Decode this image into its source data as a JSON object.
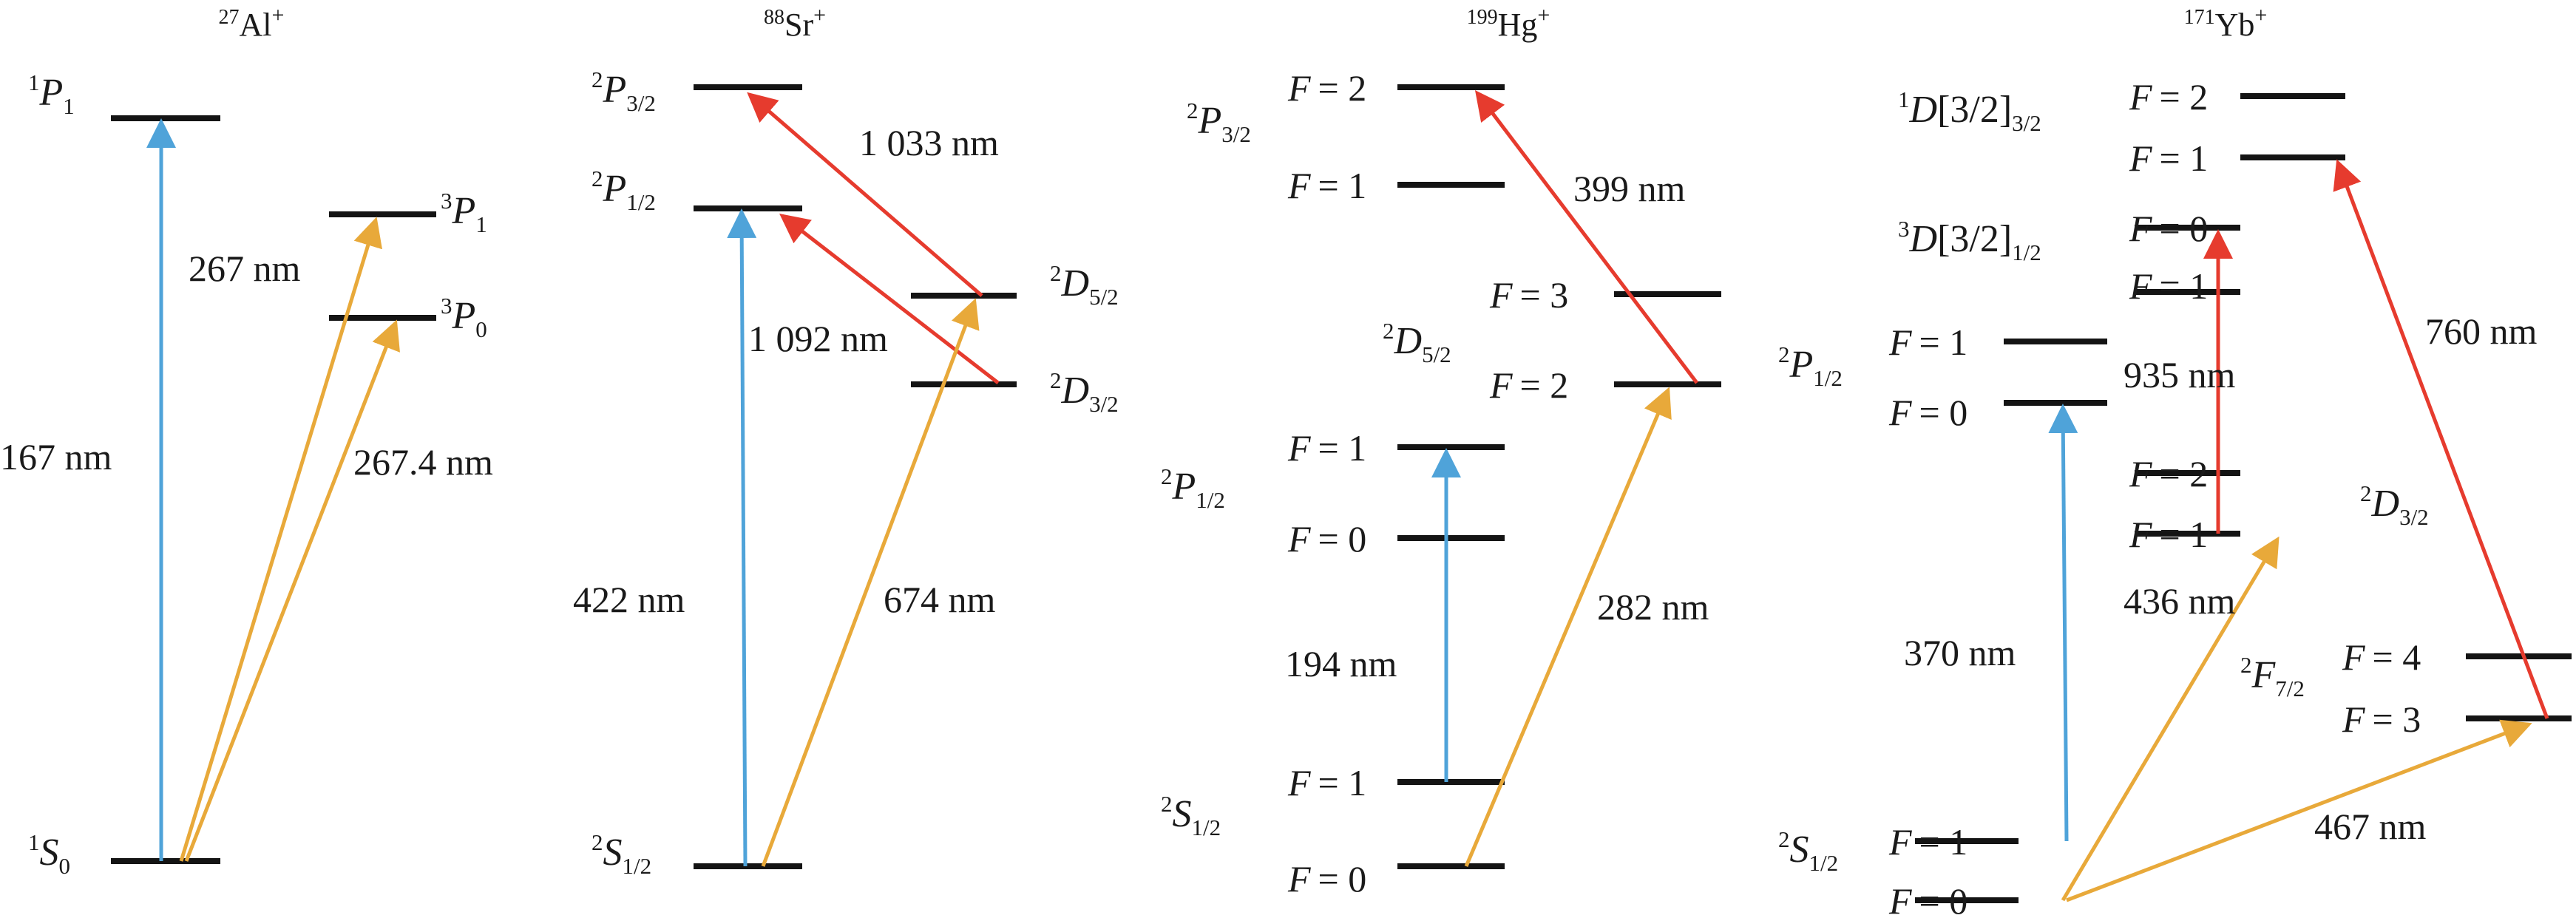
{
  "ions": [
    {
      "title": {
        "mass": "27",
        "symbol": "Al",
        "charge": "+"
      },
      "states": [
        {
          "term": "P",
          "mult": "1",
          "sub": "1"
        },
        {
          "term": "P",
          "mult": "3",
          "sub": "1"
        },
        {
          "term": "P",
          "mult": "3",
          "sub": "0"
        },
        {
          "term": "S",
          "mult": "1",
          "sub": "0"
        }
      ],
      "transitions": [
        {
          "label": "167 nm",
          "color": "#4fa3d9"
        },
        {
          "label": "267 nm",
          "color": "#e8a93a"
        },
        {
          "label": "267.4 nm",
          "color": "#e8a93a"
        }
      ]
    },
    {
      "title": {
        "mass": "88",
        "symbol": "Sr",
        "charge": "+"
      },
      "states": [
        {
          "term": "P",
          "mult": "2",
          "sub": "3/2"
        },
        {
          "term": "P",
          "mult": "2",
          "sub": "1/2"
        },
        {
          "term": "D",
          "mult": "2",
          "sub": "5/2"
        },
        {
          "term": "D",
          "mult": "2",
          "sub": "3/2"
        },
        {
          "term": "S",
          "mult": "2",
          "sub": "1/2"
        }
      ],
      "transitions": [
        {
          "label": "1 033 nm",
          "color": "#e63b2e"
        },
        {
          "label": "1 092 nm",
          "color": "#e63b2e"
        },
        {
          "label": "422 nm",
          "color": "#4fa3d9"
        },
        {
          "label": "674 nm",
          "color": "#e8a93a"
        }
      ]
    },
    {
      "title": {
        "mass": "199",
        "symbol": "Hg",
        "charge": "+"
      },
      "states": [
        {
          "term": "P",
          "mult": "2",
          "sub": "3/2"
        },
        {
          "term": "D",
          "mult": "2",
          "sub": "5/2"
        },
        {
          "term": "P",
          "mult": "2",
          "sub": "1/2"
        },
        {
          "term": "S",
          "mult": "2",
          "sub": "1/2"
        }
      ],
      "levels": [
        {
          "f_var": "F",
          "f_eq": "= 2"
        },
        {
          "f_var": "F",
          "f_eq": "= 1"
        },
        {
          "f_var": "F",
          "f_eq": "= 3"
        },
        {
          "f_var": "F",
          "f_eq": "= 2"
        },
        {
          "f_var": "F",
          "f_eq": "= 1"
        },
        {
          "f_var": "F",
          "f_eq": "= 0"
        },
        {
          "f_var": "F",
          "f_eq": "= 1"
        },
        {
          "f_var": "F",
          "f_eq": "= 0"
        }
      ],
      "transitions": [
        {
          "label": "399 nm",
          "color": "#e63b2e"
        },
        {
          "label": "194 nm",
          "color": "#4fa3d9"
        },
        {
          "label": "282 nm",
          "color": "#e8a93a"
        }
      ]
    },
    {
      "title": {
        "mass": "171",
        "symbol": "Yb",
        "charge": "+"
      },
      "states": [
        {
          "mult": "1",
          "term": "D",
          "bracket": "[3/2]",
          "sub": "3/2"
        },
        {
          "mult": "3",
          "term": "D",
          "bracket": "[3/2]",
          "sub": "1/2"
        },
        {
          "mult": "2",
          "term": "P",
          "sub": "1/2"
        },
        {
          "mult": "2",
          "term": "D",
          "sub": "3/2"
        },
        {
          "mult": "2",
          "term": "F",
          "sub": "7/2"
        },
        {
          "mult": "2",
          "term": "S",
          "sub": "1/2"
        }
      ],
      "levels": [
        {
          "f_var": "F",
          "f_eq": "= 2"
        },
        {
          "f_var": "F",
          "f_eq": "= 1"
        },
        {
          "f_var": "F",
          "f_eq": "= 0"
        },
        {
          "f_var": "F",
          "f_eq": "= 1"
        },
        {
          "f_var": "F",
          "f_eq": "= 1"
        },
        {
          "f_var": "F",
          "f_eq": "= 0"
        },
        {
          "f_var": "F",
          "f_eq": "= 2"
        },
        {
          "f_var": "F",
          "f_eq": "= 1"
        },
        {
          "f_var": "F",
          "f_eq": "= 4"
        },
        {
          "f_var": "F",
          "f_eq": "= 3"
        },
        {
          "f_var": "F",
          "f_eq": "= 1"
        },
        {
          "f_var": "F",
          "f_eq": "= 0"
        }
      ],
      "transitions": [
        {
          "label": "760 nm",
          "color": "#e63b2e"
        },
        {
          "label": "935 nm",
          "color": "#e63b2e"
        },
        {
          "label": "370 nm",
          "color": "#4fa3d9"
        },
        {
          "label": "436 nm",
          "color": "#e8a93a"
        },
        {
          "label": "467 nm",
          "color": "#e8a93a"
        }
      ]
    }
  ]
}
